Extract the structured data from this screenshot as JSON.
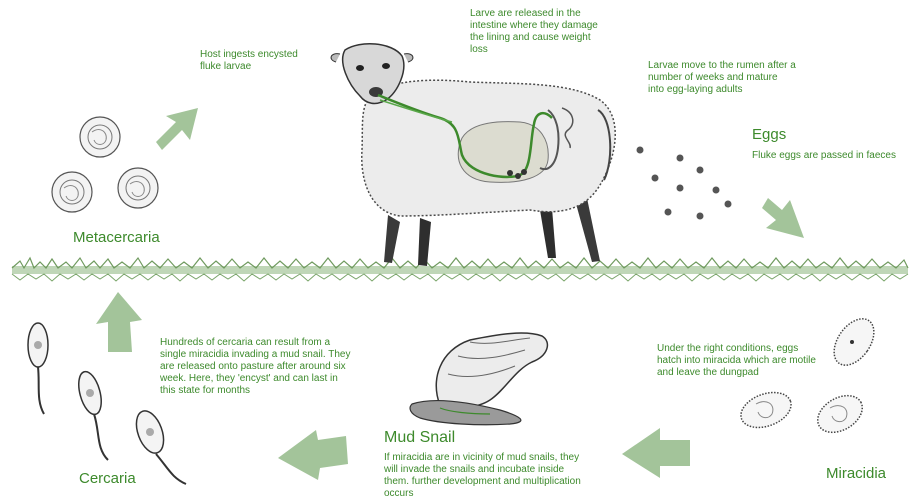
{
  "labels": {
    "metacercaria": "Metacercaria",
    "eggs": "Eggs",
    "miracidia": "Miracidia",
    "mud_snail": "Mud Snail",
    "cercaria": "Cercaria"
  },
  "notes": {
    "host_ingests": "Host ingests encysted fluke larvae",
    "larvae_released": "Larve are released in the intestine where they damage the lining and cause weight loss",
    "larvae_move": "Larvae move to the rumen after a number of weeks and mature into egg-laying adults",
    "eggs_passed": "Fluke eggs are passed in faeces",
    "eggs_hatch": "Under the right conditions, eggs hatch into miracida which are motile and leave the dungpad",
    "snail_invade": "If miracidia are in vicinity of mud snails, they will invade the snails and incubate inside them. further development and multiplication occurs",
    "cercaria_result": "Hundreds of cercaria can result from a single miracidia invading a mud snail. They are released onto pasture after around six week. Here, they 'encyst' and can last in this state for months"
  },
  "colors": {
    "text_green": "#3d8a2c",
    "arrow_green": "#a3c49a",
    "grass": "#7aa56a",
    "ink": "#2c2c2c"
  }
}
